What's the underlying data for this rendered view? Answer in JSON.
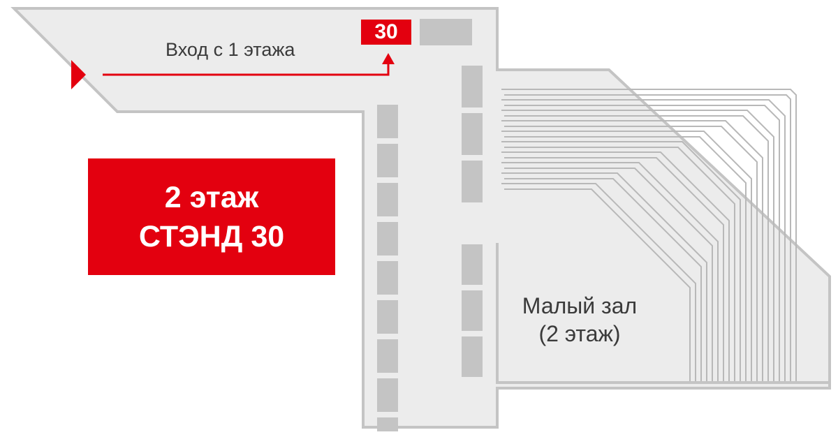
{
  "map": {
    "entry_label": "Вход с 1 этажа",
    "stand_number": "30",
    "info": {
      "floor": "2 этаж",
      "stand": "СТЭНД 30"
    },
    "hall": {
      "name": "Малый зал",
      "floor": "(2 этаж)"
    }
  },
  "colors": {
    "accent": "#e3000f",
    "floor": "#ececec",
    "wall": "#c4c4c4",
    "booth": "#c4c4c4",
    "text": "#3a3a3a"
  },
  "icons": {
    "entry_marker": "play-triangle-icon",
    "route_arrow": "arrow-up-icon"
  }
}
